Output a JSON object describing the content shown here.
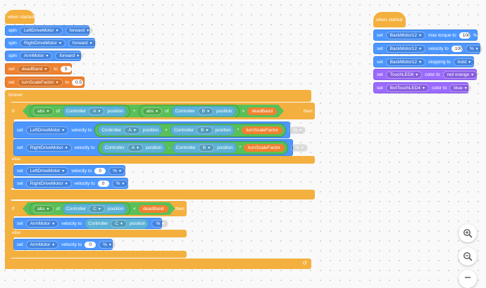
{
  "left_script": {
    "hat_label": "when started",
    "spin1": {
      "verb": "spin",
      "motor": "LeftDriveMotor",
      "dir": "forward"
    },
    "spin2": {
      "verb": "spin",
      "motor": "RightDriveMotor",
      "dir": "forward"
    },
    "spin3": {
      "verb": "spin",
      "motor": "ArmMotor",
      "dir": "forward"
    },
    "set_var1": {
      "verb": "set",
      "name": "deadBand",
      "to": "to",
      "value": "5"
    },
    "set_var2": {
      "verb": "set",
      "name": "turnScaleFactor",
      "to": "to",
      "value": "0.5"
    },
    "forever": "forever",
    "if1": {
      "if": "if",
      "then": "then",
      "else": "else",
      "abs": "abs",
      "of": "of",
      "controller": "Controller",
      "axis_a": "A",
      "axis_b": "B",
      "position": "position",
      "plus": "+",
      "gt": ">",
      "var": "deadBand"
    },
    "set_vel1": {
      "verb": "set",
      "motor": "LeftDriveMotor",
      "label": "velocity to",
      "controller": "Controller",
      "a": "A",
      "position": "position",
      "op": "+",
      "b": "B",
      "mul": "*",
      "var": "turnScaleFactor",
      "unit": "%"
    },
    "set_vel2": {
      "verb": "set",
      "motor": "RightDriveMotor",
      "label": "velocity to",
      "controller": "Controller",
      "a": "A",
      "position": "position",
      "op": "-",
      "b": "B",
      "mul": "*",
      "var": "turnScaleFactor",
      "unit": "%"
    },
    "else_vel1": {
      "verb": "set",
      "motor": "LeftDriveMotor",
      "label": "velocity to",
      "value": "0",
      "unit": "%"
    },
    "else_vel2": {
      "verb": "set",
      "motor": "RightDriveMotor",
      "label": "velocity to",
      "value": "0",
      "unit": "%"
    },
    "if2": {
      "if": "if",
      "then": "then",
      "else": "else",
      "abs": "abs",
      "of": "of",
      "controller": "Controller",
      "axis": "C",
      "position": "position",
      "lt": "<",
      "var": "deadBand"
    },
    "arm_vel1": {
      "verb": "set",
      "motor": "ArmMotor",
      "label": "velocity to",
      "controller": "Controller",
      "axis": "C",
      "position": "position",
      "unit": "%"
    },
    "arm_vel2": {
      "verb": "set",
      "motor": "ArmMotor",
      "label": "velocity to",
      "value": "0",
      "unit": "%"
    }
  },
  "right_script": {
    "hat_label": "when started",
    "b1": {
      "verb": "set",
      "motor": "BackMotor12",
      "label": "max torque to",
      "value": "100",
      "unit": "%"
    },
    "b2": {
      "verb": "set",
      "motor": "BackMotor12",
      "label": "velocity to",
      "value": "100",
      "unit": "%"
    },
    "b3": {
      "verb": "set",
      "motor": "BackMotor12",
      "label": "stopping to",
      "mode": "hold"
    },
    "b4": {
      "verb": "set",
      "device": "TouchLED6",
      "label": "color to",
      "color": "red orange"
    },
    "b5": {
      "verb": "set",
      "device": "BotTouchLED4",
      "label": "color to",
      "color": "blue"
    }
  },
  "zoom": {
    "in_icon": "zoom-in-icon",
    "out_icon": "zoom-out-icon",
    "reset_icon": "reset-zoom-icon"
  },
  "colors": {
    "events": "#f4b03e",
    "motion": "#4c97ff",
    "variables": "#f0812f",
    "looks": "#9b6bff",
    "operators": "#59c059",
    "sensing": "#5cb1d6"
  }
}
